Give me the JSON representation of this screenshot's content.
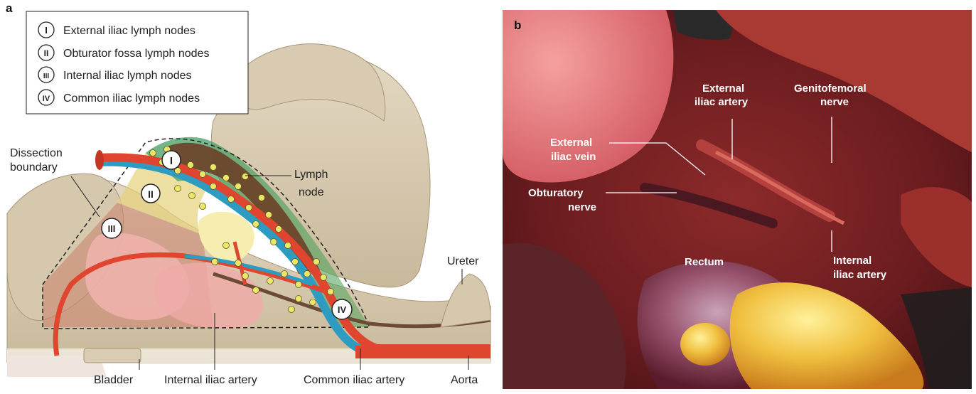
{
  "panel_a": {
    "letter": "a",
    "legend": [
      {
        "numeral": "I",
        "text": "External iliac lymph nodes"
      },
      {
        "numeral": "II",
        "text": "Obturator fossa lymph nodes"
      },
      {
        "numeral": "III",
        "text": "Internal iliac lymph nodes"
      },
      {
        "numeral": "IV",
        "text": "Common iliac lymph nodes"
      }
    ],
    "labels": {
      "dissection_boundary_1": "Dissection",
      "dissection_boundary_2": "boundary",
      "lymph_node_1": "Lymph",
      "lymph_node_2": "node",
      "ureter": "Ureter",
      "bladder": "Bladder",
      "internal_iliac_artery": "Internal iliac artery",
      "common_iliac_artery": "Common iliac artery",
      "aorta": "Aorta"
    },
    "zone_markers": [
      "I",
      "II",
      "III",
      "IV"
    ],
    "colors": {
      "bone": "#d9ccb3",
      "bone_shadow": "#bfae90",
      "artery": "#e0452f",
      "vein": "#2e9bc0",
      "zone_I": "#6b3a22",
      "zone_I_green": "#3f9a5e",
      "zone_II": "#e6d27a",
      "zone_III": "#c97f6a",
      "node": "#e9e66a"
    }
  },
  "panel_b": {
    "letter": "b",
    "labels": {
      "external_iliac_artery_1": "External",
      "external_iliac_artery_2": "iliac artery",
      "genitofemoral_1": "Genitofemoral",
      "genitofemoral_2": "nerve",
      "external_iliac_vein_1": "External",
      "external_iliac_vein_2": "iliac vein",
      "obturatory_1": "Obturatory",
      "obturatory_2": "nerve",
      "rectum": "Rectum",
      "internal_iliac_1": "Internal",
      "internal_iliac_2": "iliac artery"
    }
  }
}
